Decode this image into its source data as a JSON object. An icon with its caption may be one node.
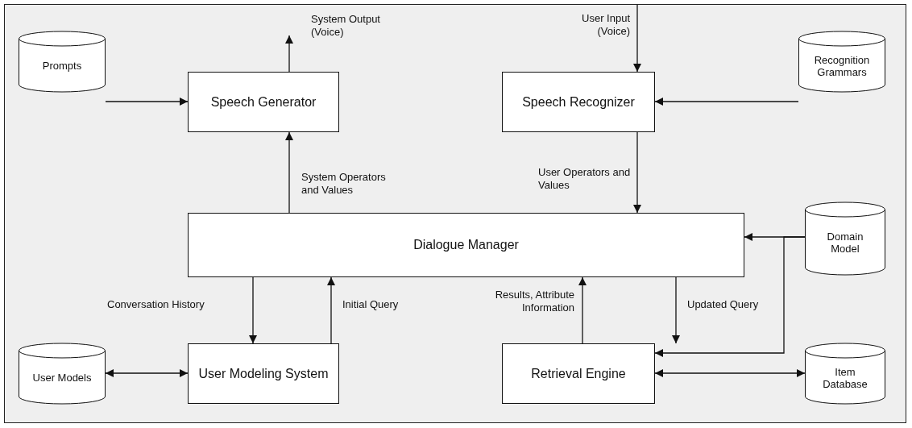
{
  "diagram": {
    "nodes": [
      {
        "text": [
          "Prompts"
        ]
      },
      {
        "text": [
          "Speech Generator"
        ]
      },
      {
        "text": [
          "Speech Recognizer"
        ]
      },
      {
        "text": [
          "Recognition Grammars"
        ]
      },
      {
        "text": [
          "Dialogue Manager"
        ]
      },
      {
        "text": [
          "Domain Model"
        ]
      },
      {
        "text": [
          "User Models"
        ]
      },
      {
        "text": [
          "User Modeling System"
        ]
      },
      {
        "text": [
          "Retrieval Engine"
        ]
      },
      {
        "text": [
          "Item Database"
        ]
      }
    ],
    "edges": [
      {
        "from": 0,
        "to": 1,
        "arrow": "to"
      },
      {
        "from": 1,
        "to": null,
        "arrow": "to",
        "label": "System Output (Voice)"
      },
      {
        "from": null,
        "to": 2,
        "arrow": "to",
        "label": "User Input (Voice)"
      },
      {
        "from": 3,
        "to": 2,
        "arrow": "to"
      },
      {
        "from": 4,
        "to": 1,
        "arrow": "to",
        "label": "System Operators and Values"
      },
      {
        "from": 2,
        "to": 4,
        "arrow": "to",
        "label": "User Operators and Values"
      },
      {
        "from": 5,
        "to": 4,
        "arrow": "to"
      },
      {
        "from": 5,
        "to": 8,
        "arrow": "to"
      },
      {
        "from": 4,
        "to": 7,
        "arrow": "to",
        "label": "Conversation History"
      },
      {
        "from": 7,
        "to": 4,
        "arrow": "to",
        "label": "Initial Query"
      },
      {
        "from": 8,
        "to": 4,
        "arrow": "to",
        "label": "Results, Attribute Information"
      },
      {
        "from": 4,
        "to": 8,
        "arrow": "to",
        "label": "Updated Query"
      },
      {
        "from": 6,
        "to": 7,
        "arrow": "both"
      },
      {
        "from": 8,
        "to": 9,
        "arrow": "both"
      }
    ]
  }
}
